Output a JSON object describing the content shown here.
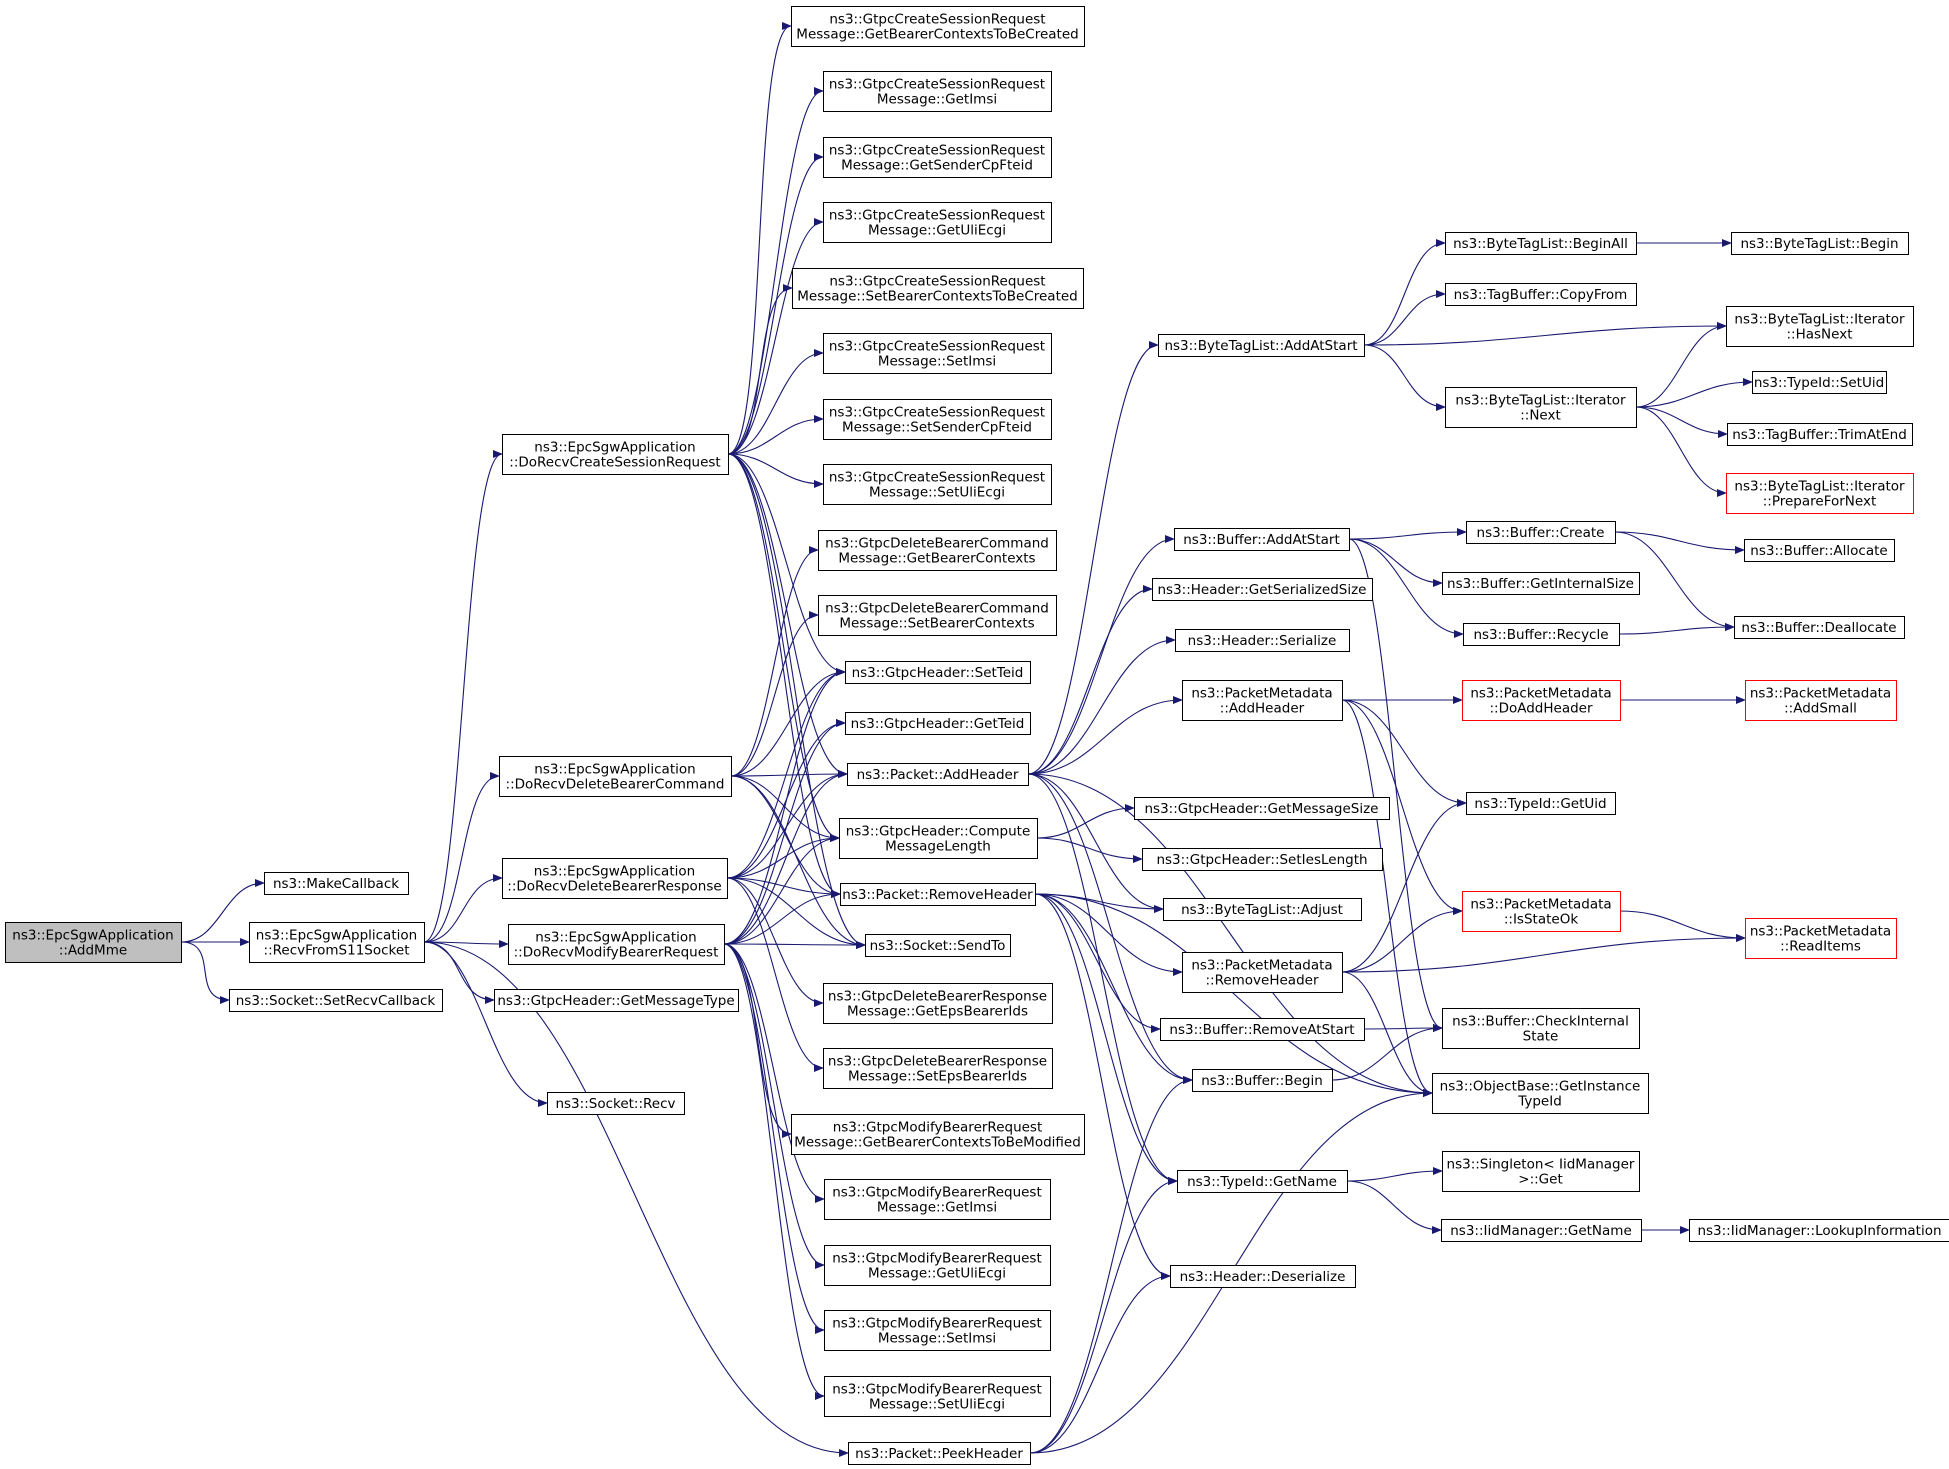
{
  "graph": {
    "title": "",
    "edge_color": "#191970",
    "root_fill": "#bfbfbf",
    "truncated_border": "#ff0000",
    "nodes": [
      {
        "id": "AddMme",
        "lines": [
          "ns3::EpcSgwApplication",
          "::AddMme"
        ],
        "root": true
      },
      {
        "id": "MakeCallback",
        "lines": [
          "ns3::MakeCallback"
        ]
      },
      {
        "id": "RecvFromS11Socket",
        "lines": [
          "ns3::EpcSgwApplication",
          "::RecvFromS11Socket"
        ]
      },
      {
        "id": "SetRecvCallback",
        "lines": [
          "ns3::Socket::SetRecvCallback"
        ]
      },
      {
        "id": "DoRecvCreateSessionRequest",
        "lines": [
          "ns3::EpcSgwApplication",
          "::DoRecvCreateSessionRequest"
        ]
      },
      {
        "id": "DoRecvDeleteBearerCommand",
        "lines": [
          "ns3::EpcSgwApplication",
          "::DoRecvDeleteBearerCommand"
        ]
      },
      {
        "id": "DoRecvDeleteBearerResponse",
        "lines": [
          "ns3::EpcSgwApplication",
          "::DoRecvDeleteBearerResponse"
        ]
      },
      {
        "id": "DoRecvModifyBearerRequest",
        "lines": [
          "ns3::EpcSgwApplication",
          "::DoRecvModifyBearerRequest"
        ]
      },
      {
        "id": "GetMessageType",
        "lines": [
          "ns3::GtpcHeader::GetMessageType"
        ]
      },
      {
        "id": "SocketRecv",
        "lines": [
          "ns3::Socket::Recv"
        ]
      },
      {
        "id": "CS_GetBearerContextsToBeCreated",
        "lines": [
          "ns3::GtpcCreateSessionRequest",
          "Message::GetBearerContextsToBeCreated"
        ]
      },
      {
        "id": "CS_GetImsi",
        "lines": [
          "ns3::GtpcCreateSessionRequest",
          "Message::GetImsi"
        ]
      },
      {
        "id": "CS_GetSenderCpFteid",
        "lines": [
          "ns3::GtpcCreateSessionRequest",
          "Message::GetSenderCpFteid"
        ]
      },
      {
        "id": "CS_GetUliEcgi",
        "lines": [
          "ns3::GtpcCreateSessionRequest",
          "Message::GetUliEcgi"
        ]
      },
      {
        "id": "CS_SetBearerContextsToBeCreated",
        "lines": [
          "ns3::GtpcCreateSessionRequest",
          "Message::SetBearerContextsToBeCreated"
        ]
      },
      {
        "id": "CS_SetImsi",
        "lines": [
          "ns3::GtpcCreateSessionRequest",
          "Message::SetImsi"
        ]
      },
      {
        "id": "CS_SetSenderCpFteid",
        "lines": [
          "ns3::GtpcCreateSessionRequest",
          "Message::SetSenderCpFteid"
        ]
      },
      {
        "id": "CS_SetUliEcgi",
        "lines": [
          "ns3::GtpcCreateSessionRequest",
          "Message::SetUliEcgi"
        ]
      },
      {
        "id": "DBC_GetBearerContexts",
        "lines": [
          "ns3::GtpcDeleteBearerCommand",
          "Message::GetBearerContexts"
        ]
      },
      {
        "id": "DBC_SetBearerContexts",
        "lines": [
          "ns3::GtpcDeleteBearerCommand",
          "Message::SetBearerContexts"
        ]
      },
      {
        "id": "GtpcSetTeid",
        "lines": [
          "ns3::GtpcHeader::SetTeid"
        ]
      },
      {
        "id": "GtpcGetTeid",
        "lines": [
          "ns3::GtpcHeader::GetTeid"
        ]
      },
      {
        "id": "PacketAddHeader",
        "lines": [
          "ns3::Packet::AddHeader"
        ]
      },
      {
        "id": "ComputeMessageLength",
        "lines": [
          "ns3::GtpcHeader::Compute",
          "MessageLength"
        ]
      },
      {
        "id": "PacketRemoveHeader",
        "lines": [
          "ns3::Packet::RemoveHeader"
        ]
      },
      {
        "id": "SocketSendTo",
        "lines": [
          "ns3::Socket::SendTo"
        ]
      },
      {
        "id": "DBR_GetEpsBearerIds",
        "lines": [
          "ns3::GtpcDeleteBearerResponse",
          "Message::GetEpsBearerIds"
        ]
      },
      {
        "id": "DBR_SetEpsBearerIds",
        "lines": [
          "ns3::GtpcDeleteBearerResponse",
          "Message::SetEpsBearerIds"
        ]
      },
      {
        "id": "MB_GetBearerContextsToBeModified",
        "lines": [
          "ns3::GtpcModifyBearerRequest",
          "Message::GetBearerContextsToBeModified"
        ]
      },
      {
        "id": "MB_GetImsi",
        "lines": [
          "ns3::GtpcModifyBearerRequest",
          "Message::GetImsi"
        ]
      },
      {
        "id": "MB_GetUliEcgi",
        "lines": [
          "ns3::GtpcModifyBearerRequest",
          "Message::GetUliEcgi"
        ]
      },
      {
        "id": "MB_SetImsi",
        "lines": [
          "ns3::GtpcModifyBearerRequest",
          "Message::SetImsi"
        ]
      },
      {
        "id": "MB_SetUliEcgi",
        "lines": [
          "ns3::GtpcModifyBearerRequest",
          "Message::SetUliEcgi"
        ]
      },
      {
        "id": "PacketPeekHeader",
        "lines": [
          "ns3::Packet::PeekHeader"
        ]
      },
      {
        "id": "BTL_AddAtStart",
        "lines": [
          "ns3::ByteTagList::AddAtStart"
        ]
      },
      {
        "id": "BufferAddAtStart",
        "lines": [
          "ns3::Buffer::AddAtStart"
        ]
      },
      {
        "id": "HeaderGetSerializedSize",
        "lines": [
          "ns3::Header::GetSerializedSize"
        ]
      },
      {
        "id": "HeaderSerialize",
        "lines": [
          "ns3::Header::Serialize"
        ]
      },
      {
        "id": "PM_AddHeader",
        "lines": [
          "ns3::PacketMetadata",
          "::AddHeader"
        ]
      },
      {
        "id": "GetMessageSize",
        "lines": [
          "ns3::GtpcHeader::GetMessageSize"
        ]
      },
      {
        "id": "SetIesLength",
        "lines": [
          "ns3::GtpcHeader::SetIesLength"
        ]
      },
      {
        "id": "BTL_Adjust",
        "lines": [
          "ns3::ByteTagList::Adjust"
        ]
      },
      {
        "id": "PM_RemoveHeader",
        "lines": [
          "ns3::PacketMetadata",
          "::RemoveHeader"
        ]
      },
      {
        "id": "BufferRemoveAtStart",
        "lines": [
          "ns3::Buffer::RemoveAtStart"
        ]
      },
      {
        "id": "BufferBegin",
        "lines": [
          "ns3::Buffer::Begin"
        ]
      },
      {
        "id": "TypeIdGetName",
        "lines": [
          "ns3::TypeId::GetName"
        ]
      },
      {
        "id": "HeaderDeserialize",
        "lines": [
          "ns3::Header::Deserialize"
        ]
      },
      {
        "id": "BTL_BeginAll",
        "lines": [
          "ns3::ByteTagList::BeginAll"
        ]
      },
      {
        "id": "TagBufferCopyFrom",
        "lines": [
          "ns3::TagBuffer::CopyFrom"
        ]
      },
      {
        "id": "BTL_IteratorNext",
        "lines": [
          "ns3::ByteTagList::Iterator",
          "::Next"
        ]
      },
      {
        "id": "BufferCreate",
        "lines": [
          "ns3::Buffer::Create"
        ]
      },
      {
        "id": "BufferGetInternalSize",
        "lines": [
          "ns3::Buffer::GetInternalSize"
        ]
      },
      {
        "id": "BufferRecycle",
        "lines": [
          "ns3::Buffer::Recycle"
        ]
      },
      {
        "id": "PM_DoAddHeader",
        "lines": [
          "ns3::PacketMetadata",
          "::DoAddHeader"
        ],
        "truncated": true
      },
      {
        "id": "TypeIdGetUid",
        "lines": [
          "ns3::TypeId::GetUid"
        ]
      },
      {
        "id": "PM_IsStateOk",
        "lines": [
          "ns3::PacketMetadata",
          "::IsStateOk"
        ],
        "truncated": true
      },
      {
        "id": "BufferCheckInternalState",
        "lines": [
          "ns3::Buffer::CheckInternal",
          "State"
        ]
      },
      {
        "id": "GetInstanceTypeId",
        "lines": [
          "ns3::ObjectBase::GetInstance",
          "TypeId"
        ]
      },
      {
        "id": "SingletonGet",
        "lines": [
          "ns3::Singleton< IidManager",
          " >::Get"
        ]
      },
      {
        "id": "IidGetName",
        "lines": [
          "ns3::IidManager::GetName"
        ]
      },
      {
        "id": "BTL_Begin",
        "lines": [
          "ns3::ByteTagList::Begin"
        ]
      },
      {
        "id": "BTL_IteratorHasNext",
        "lines": [
          "ns3::ByteTagList::Iterator",
          "::HasNext"
        ]
      },
      {
        "id": "TypeIdSetUid",
        "lines": [
          "ns3::TypeId::SetUid"
        ]
      },
      {
        "id": "TagBufferTrimAtEnd",
        "lines": [
          "ns3::TagBuffer::TrimAtEnd"
        ]
      },
      {
        "id": "BTL_IteratorPrepareForNext",
        "lines": [
          "ns3::ByteTagList::Iterator",
          "::PrepareForNext"
        ],
        "truncated": true
      },
      {
        "id": "BufferAllocate",
        "lines": [
          "ns3::Buffer::Allocate"
        ]
      },
      {
        "id": "BufferDeallocate",
        "lines": [
          "ns3::Buffer::Deallocate"
        ]
      },
      {
        "id": "PM_AddSmall",
        "lines": [
          "ns3::PacketMetadata",
          "::AddSmall"
        ],
        "truncated": true
      },
      {
        "id": "PM_ReadItems",
        "lines": [
          "ns3::PacketMetadata",
          "::ReadItems"
        ],
        "truncated": true
      },
      {
        "id": "IidLookupInformation",
        "lines": [
          "ns3::IidManager::LookupInformation"
        ]
      }
    ],
    "edges": [
      [
        "AddMme",
        "MakeCallback"
      ],
      [
        "AddMme",
        "RecvFromS11Socket"
      ],
      [
        "AddMme",
        "SetRecvCallback"
      ],
      [
        "RecvFromS11Socket",
        "DoRecvCreateSessionRequest"
      ],
      [
        "RecvFromS11Socket",
        "DoRecvDeleteBearerCommand"
      ],
      [
        "RecvFromS11Socket",
        "DoRecvDeleteBearerResponse"
      ],
      [
        "RecvFromS11Socket",
        "DoRecvModifyBearerRequest"
      ],
      [
        "RecvFromS11Socket",
        "GetMessageType"
      ],
      [
        "RecvFromS11Socket",
        "SocketRecv"
      ],
      [
        "RecvFromS11Socket",
        "PacketPeekHeader"
      ],
      [
        "DoRecvCreateSessionRequest",
        "CS_GetBearerContextsToBeCreated"
      ],
      [
        "DoRecvCreateSessionRequest",
        "CS_GetImsi"
      ],
      [
        "DoRecvCreateSessionRequest",
        "CS_GetSenderCpFteid"
      ],
      [
        "DoRecvCreateSessionRequest",
        "CS_GetUliEcgi"
      ],
      [
        "DoRecvCreateSessionRequest",
        "CS_SetBearerContextsToBeCreated"
      ],
      [
        "DoRecvCreateSessionRequest",
        "CS_SetImsi"
      ],
      [
        "DoRecvCreateSessionRequest",
        "CS_SetSenderCpFteid"
      ],
      [
        "DoRecvCreateSessionRequest",
        "CS_SetUliEcgi"
      ],
      [
        "DoRecvCreateSessionRequest",
        "GtpcSetTeid"
      ],
      [
        "DoRecvCreateSessionRequest",
        "PacketAddHeader"
      ],
      [
        "DoRecvCreateSessionRequest",
        "ComputeMessageLength"
      ],
      [
        "DoRecvCreateSessionRequest",
        "PacketRemoveHeader"
      ],
      [
        "DoRecvCreateSessionRequest",
        "SocketSendTo"
      ],
      [
        "DoRecvDeleteBearerCommand",
        "DBC_GetBearerContexts"
      ],
      [
        "DoRecvDeleteBearerCommand",
        "DBC_SetBearerContexts"
      ],
      [
        "DoRecvDeleteBearerCommand",
        "GtpcSetTeid"
      ],
      [
        "DoRecvDeleteBearerCommand",
        "PacketAddHeader"
      ],
      [
        "DoRecvDeleteBearerCommand",
        "ComputeMessageLength"
      ],
      [
        "DoRecvDeleteBearerCommand",
        "PacketRemoveHeader"
      ],
      [
        "DoRecvDeleteBearerCommand",
        "SocketSendTo"
      ],
      [
        "DoRecvDeleteBearerResponse",
        "GtpcSetTeid"
      ],
      [
        "DoRecvDeleteBearerResponse",
        "GtpcGetTeid"
      ],
      [
        "DoRecvDeleteBearerResponse",
        "PacketAddHeader"
      ],
      [
        "DoRecvDeleteBearerResponse",
        "ComputeMessageLength"
      ],
      [
        "DoRecvDeleteBearerResponse",
        "PacketRemoveHeader"
      ],
      [
        "DoRecvDeleteBearerResponse",
        "SocketSendTo"
      ],
      [
        "DoRecvDeleteBearerResponse",
        "DBR_GetEpsBearerIds"
      ],
      [
        "DoRecvDeleteBearerResponse",
        "DBR_SetEpsBearerIds"
      ],
      [
        "DoRecvModifyBearerRequest",
        "GtpcSetTeid"
      ],
      [
        "DoRecvModifyBearerRequest",
        "GtpcGetTeid"
      ],
      [
        "DoRecvModifyBearerRequest",
        "PacketAddHeader"
      ],
      [
        "DoRecvModifyBearerRequest",
        "ComputeMessageLength"
      ],
      [
        "DoRecvModifyBearerRequest",
        "PacketRemoveHeader"
      ],
      [
        "DoRecvModifyBearerRequest",
        "SocketSendTo"
      ],
      [
        "DoRecvModifyBearerRequest",
        "MB_GetBearerContextsToBeModified"
      ],
      [
        "DoRecvModifyBearerRequest",
        "MB_GetImsi"
      ],
      [
        "DoRecvModifyBearerRequest",
        "MB_GetUliEcgi"
      ],
      [
        "DoRecvModifyBearerRequest",
        "MB_SetImsi"
      ],
      [
        "DoRecvModifyBearerRequest",
        "MB_SetUliEcgi"
      ],
      [
        "PacketAddHeader",
        "BTL_AddAtStart"
      ],
      [
        "PacketAddHeader",
        "BufferAddAtStart"
      ],
      [
        "PacketAddHeader",
        "HeaderGetSerializedSize"
      ],
      [
        "PacketAddHeader",
        "HeaderSerialize"
      ],
      [
        "PacketAddHeader",
        "PM_AddHeader"
      ],
      [
        "PacketAddHeader",
        "BTL_Adjust"
      ],
      [
        "PacketAddHeader",
        "BufferBegin"
      ],
      [
        "PacketAddHeader",
        "TypeIdGetName"
      ],
      [
        "PacketAddHeader",
        "GetInstanceTypeId"
      ],
      [
        "ComputeMessageLength",
        "GetMessageSize"
      ],
      [
        "ComputeMessageLength",
        "SetIesLength"
      ],
      [
        "PacketRemoveHeader",
        "BTL_Adjust"
      ],
      [
        "PacketRemoveHeader",
        "PM_RemoveHeader"
      ],
      [
        "PacketRemoveHeader",
        "BufferRemoveAtStart"
      ],
      [
        "PacketRemoveHeader",
        "BufferBegin"
      ],
      [
        "PacketRemoveHeader",
        "TypeIdGetName"
      ],
      [
        "PacketRemoveHeader",
        "HeaderDeserialize"
      ],
      [
        "PacketRemoveHeader",
        "GetInstanceTypeId"
      ],
      [
        "PacketPeekHeader",
        "BufferBegin"
      ],
      [
        "PacketPeekHeader",
        "TypeIdGetName"
      ],
      [
        "PacketPeekHeader",
        "HeaderDeserialize"
      ],
      [
        "PacketPeekHeader",
        "GetInstanceTypeId"
      ],
      [
        "BTL_AddAtStart",
        "BTL_BeginAll"
      ],
      [
        "BTL_AddAtStart",
        "TagBufferCopyFrom"
      ],
      [
        "BTL_AddAtStart",
        "BTL_IteratorHasNext"
      ],
      [
        "BTL_AddAtStart",
        "BTL_IteratorNext"
      ],
      [
        "BTL_BeginAll",
        "BTL_Begin"
      ],
      [
        "BTL_IteratorNext",
        "BTL_IteratorHasNext"
      ],
      [
        "BTL_IteratorNext",
        "TypeIdSetUid"
      ],
      [
        "BTL_IteratorNext",
        "TagBufferTrimAtEnd"
      ],
      [
        "BTL_IteratorNext",
        "BTL_IteratorPrepareForNext"
      ],
      [
        "BufferAddAtStart",
        "BufferCreate"
      ],
      [
        "BufferAddAtStart",
        "BufferGetInternalSize"
      ],
      [
        "BufferAddAtStart",
        "BufferRecycle"
      ],
      [
        "BufferAddAtStart",
        "BufferCheckInternalState"
      ],
      [
        "BufferCreate",
        "BufferAllocate"
      ],
      [
        "BufferCreate",
        "BufferDeallocate"
      ],
      [
        "BufferRecycle",
        "BufferDeallocate"
      ],
      [
        "PM_AddHeader",
        "PM_DoAddHeader"
      ],
      [
        "PM_AddHeader",
        "TypeIdGetUid"
      ],
      [
        "PM_AddHeader",
        "PM_IsStateOk"
      ],
      [
        "PM_AddHeader",
        "GetInstanceTypeId"
      ],
      [
        "PM_DoAddHeader",
        "PM_AddSmall"
      ],
      [
        "PM_RemoveHeader",
        "TypeIdGetUid"
      ],
      [
        "PM_RemoveHeader",
        "PM_IsStateOk"
      ],
      [
        "PM_RemoveHeader",
        "PM_ReadItems"
      ],
      [
        "PM_RemoveHeader",
        "GetInstanceTypeId"
      ],
      [
        "PM_IsStateOk",
        "PM_ReadItems"
      ],
      [
        "BufferRemoveAtStart",
        "BufferCheckInternalState"
      ],
      [
        "BufferBegin",
        "BufferCheckInternalState"
      ],
      [
        "TypeIdGetName",
        "SingletonGet"
      ],
      [
        "TypeIdGetName",
        "IidGetName"
      ],
      [
        "IidGetName",
        "IidLookupInformation"
      ]
    ]
  }
}
